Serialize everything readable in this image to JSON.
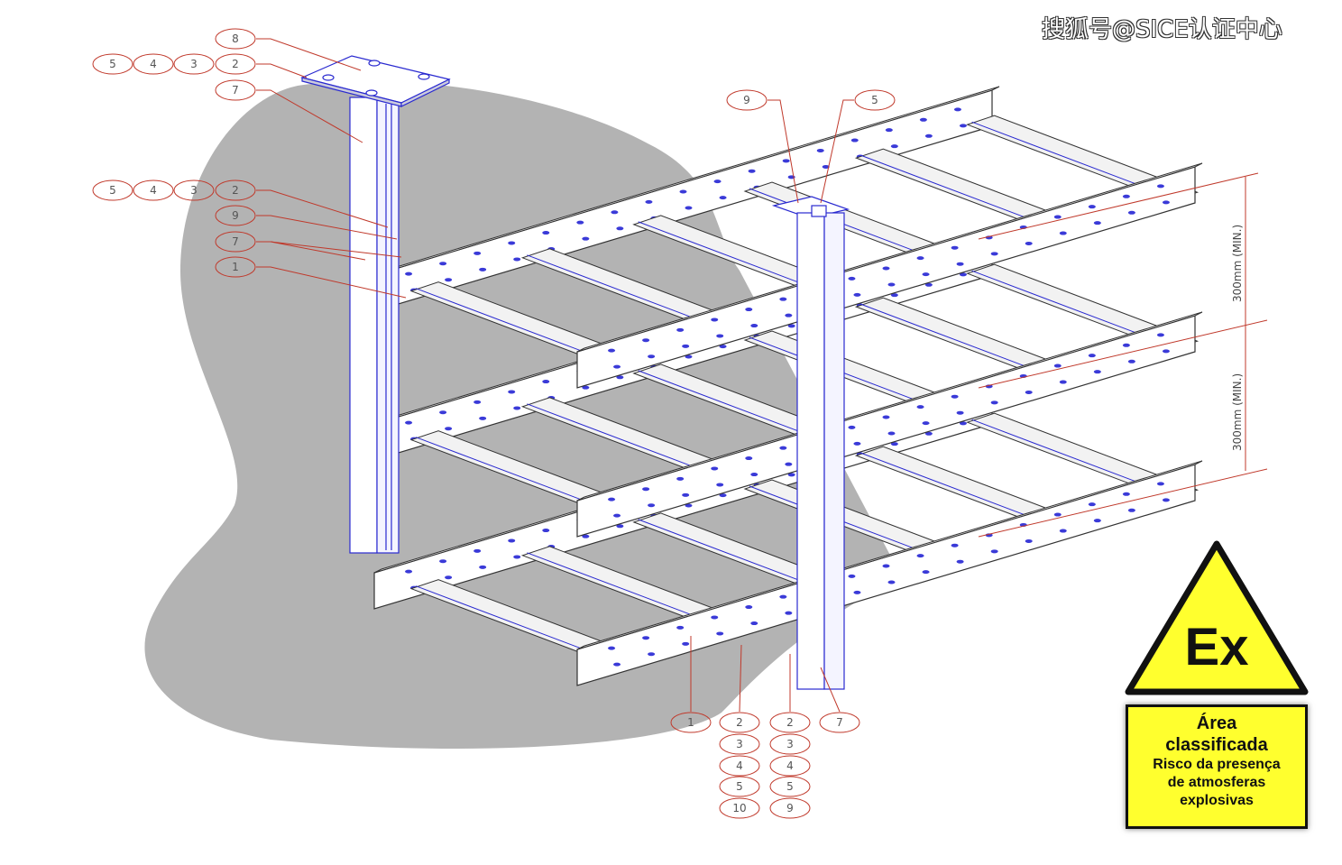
{
  "watermark": "搜狐号@SICE认证中心",
  "callouts": {
    "top_plate": "8",
    "top_group": [
      "5",
      "4",
      "3",
      "2"
    ],
    "top_column": "7",
    "mid_group": [
      "5",
      "4",
      "3",
      "2"
    ],
    "mid_9": "9",
    "mid_7": "7",
    "mid_1": "1",
    "right_9": "9",
    "right_5": "5",
    "bottom_1": "1",
    "bottom_col_a": [
      "2",
      "3",
      "4",
      "5",
      "10"
    ],
    "bottom_col_b": [
      "2",
      "3",
      "4",
      "5",
      "9"
    ],
    "bottom_7": "7"
  },
  "dimensions": [
    "300mm (MIN.)",
    "300mm (MIN.)"
  ],
  "ex_sign": {
    "symbol": "Ex",
    "title_line1": "Área",
    "title_line2": "classificada",
    "text_line1": "Risco da presença",
    "text_line2": "de atmosferas",
    "text_line3": "explosivas"
  },
  "colors": {
    "outline": "#2a2ad0",
    "hazard_yellow": "#ffff2e",
    "callout": "#c0392b",
    "zone_gray": "#b3b3b3"
  }
}
